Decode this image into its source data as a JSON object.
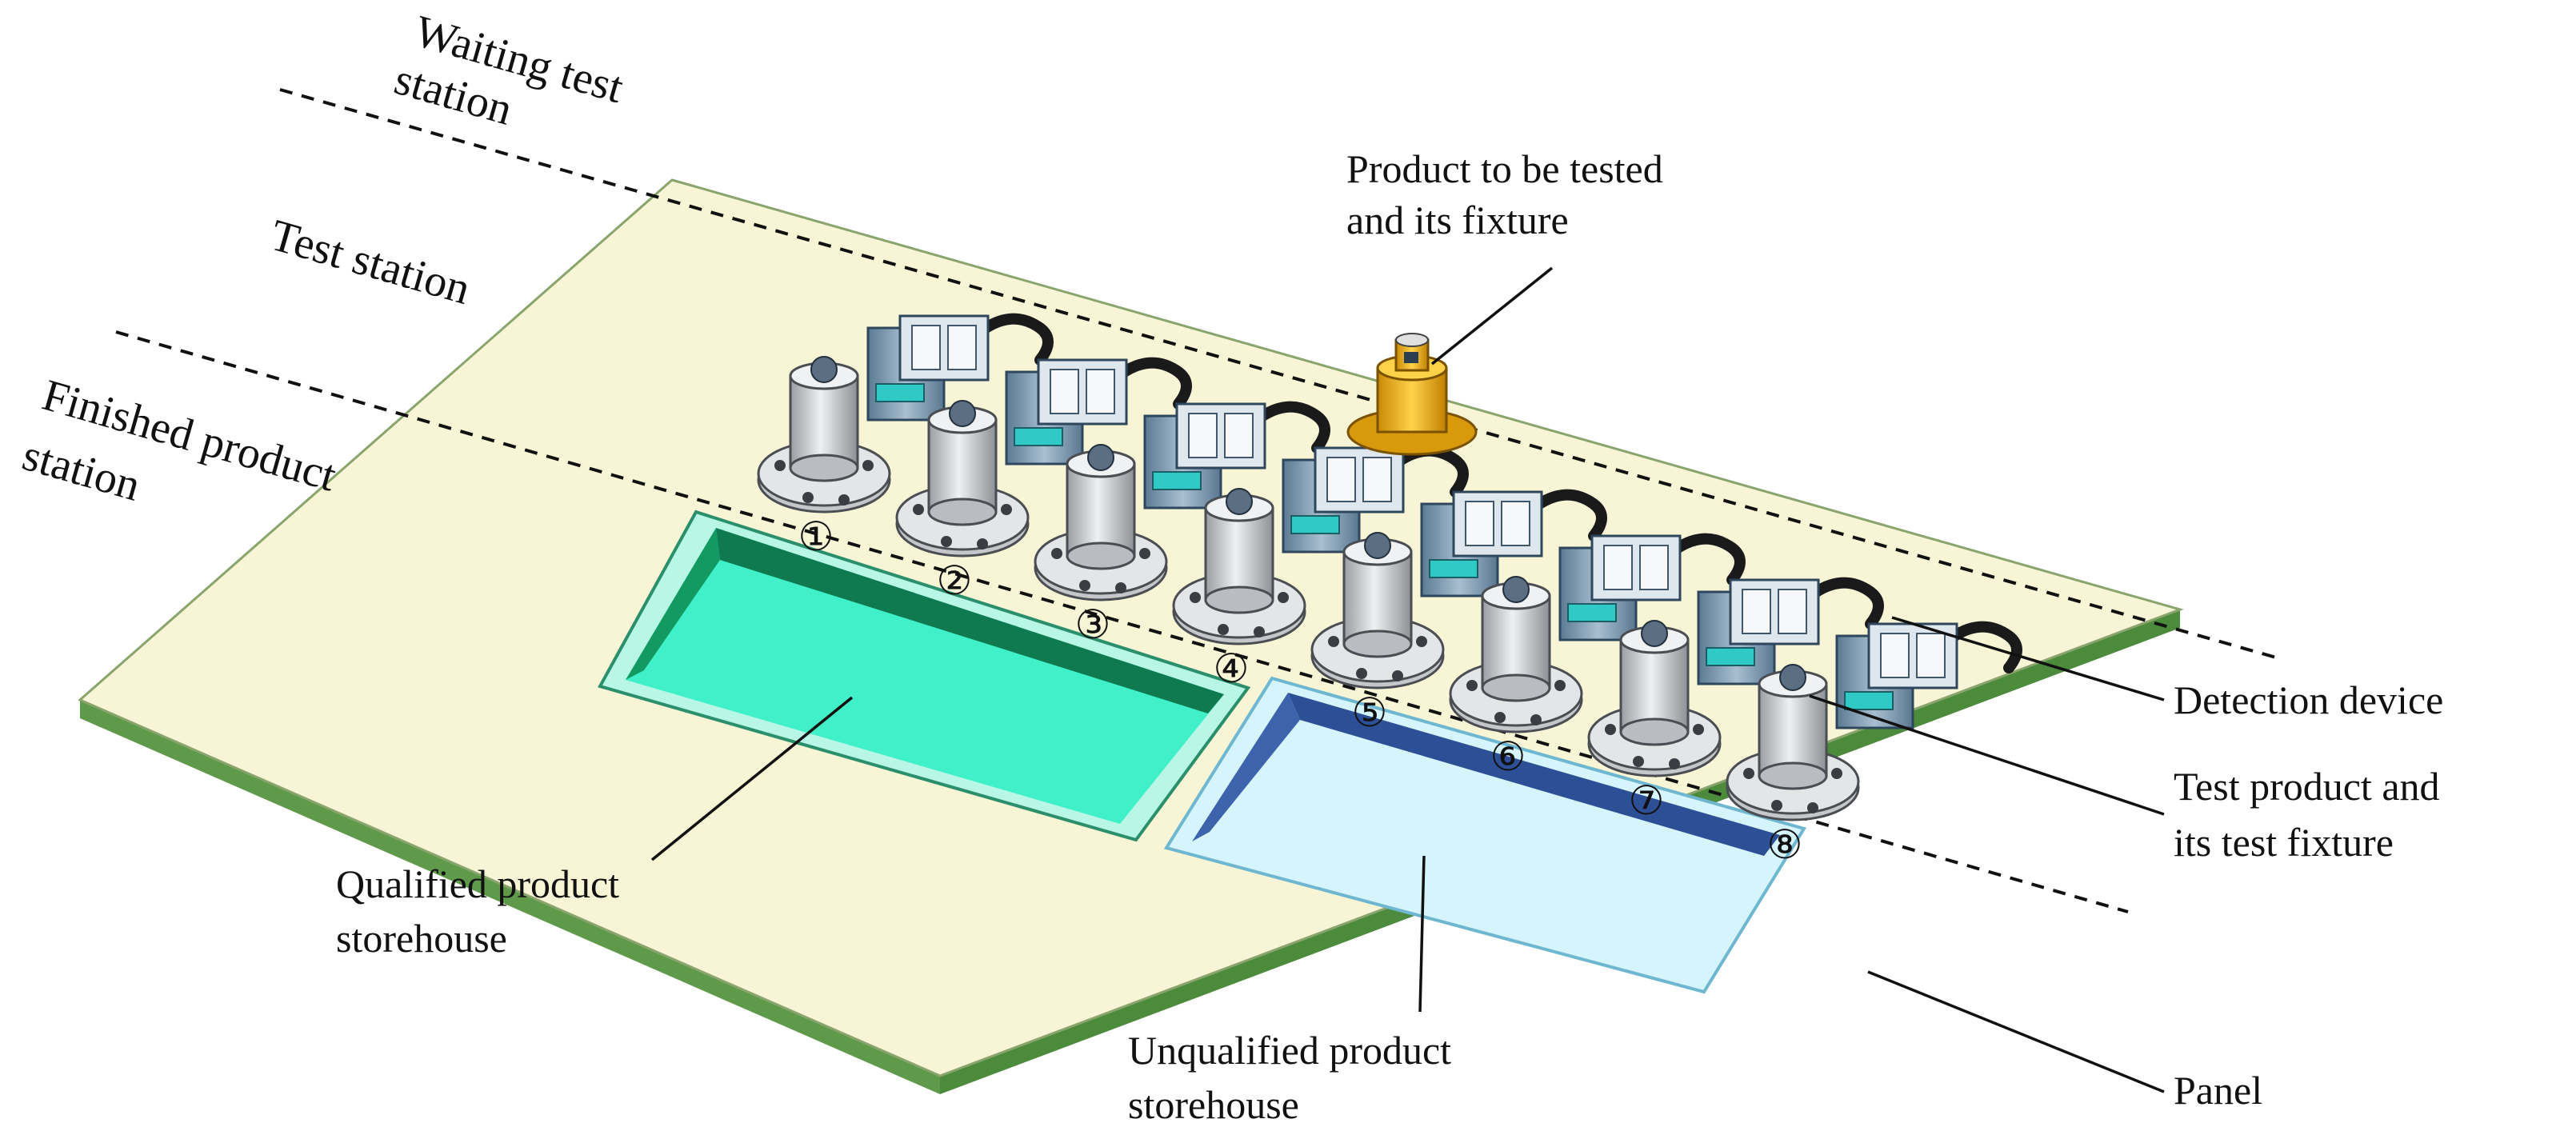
{
  "labels": {
    "waiting_line1": "Waiting test",
    "waiting_line2": "station",
    "test_station": "Test station",
    "finished_line1": "Finished product",
    "finished_line2": "station",
    "product_to_test_line1": "Product to be tested",
    "product_to_test_line2": "and its fixture",
    "detection_device": "Detection device",
    "test_product_line1": "Test product and",
    "test_product_line2": "its test fixture",
    "qualified_line1": "Qualified product",
    "qualified_line2": "storehouse",
    "unqualified_line1": "Unqualified product",
    "unqualified_line2": "storehouse",
    "panel": "Panel"
  },
  "station_numbers": [
    "①",
    "②",
    "③",
    "④",
    "⑤",
    "⑥",
    "⑦",
    "⑧"
  ],
  "colors": {
    "panel_top": "#f7f5d6",
    "panel_edge": "#5f9a4a",
    "qualified_bin": "#3ff0c8",
    "qualified_bin_dark": "#0f7a4f",
    "unqualified_bin": "#d6f4fb",
    "unqualified_bin_dark": "#2c4f96",
    "fixture_gray": "#d2d4d6",
    "detector_blue": "#6f90a8",
    "product_orange": "#f0b418",
    "cable": "#1a1a1a"
  }
}
